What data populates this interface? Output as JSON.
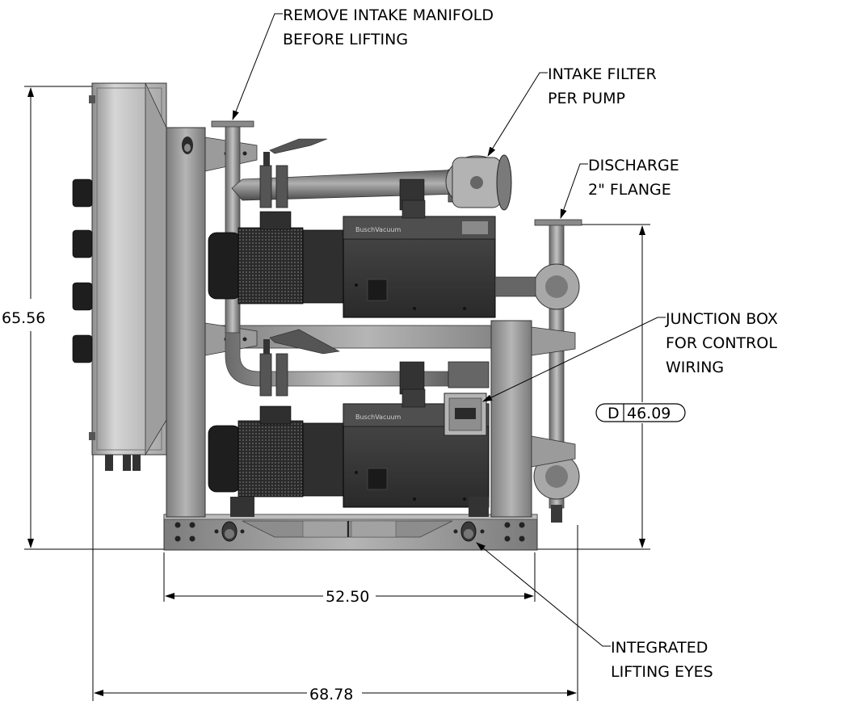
{
  "callouts": {
    "intake_manifold": {
      "line1": "REMOVE INTAKE MANIFOLD",
      "line2": "BEFORE LIFTING"
    },
    "intake_filter": {
      "line1": "INTAKE FILTER",
      "line2": "PER PUMP"
    },
    "discharge": {
      "line1": "DISCHARGE",
      "line2": "2\" FLANGE"
    },
    "junction_box": {
      "line1": "JUNCTION BOX",
      "line2": "FOR CONTROL",
      "line3": "WIRING"
    },
    "lifting_eyes": {
      "line1": "INTEGRATED",
      "line2": "LIFTING EYES"
    }
  },
  "dimensions": {
    "overall_height": "65.56",
    "discharge_height_prefix": "D",
    "discharge_height": "46.09",
    "frame_width": "52.50",
    "overall_width": "68.78"
  },
  "branding": {
    "pump_badge": "BuschVacuum"
  },
  "colors": {
    "line": "#000000",
    "frame": "#9a9a9a",
    "frame_dark": "#6e6e6e",
    "panel": "#c8c8c8",
    "pump_body": "#3a3a3a",
    "motor": "#262626",
    "pipe": "#8c8c8c"
  }
}
